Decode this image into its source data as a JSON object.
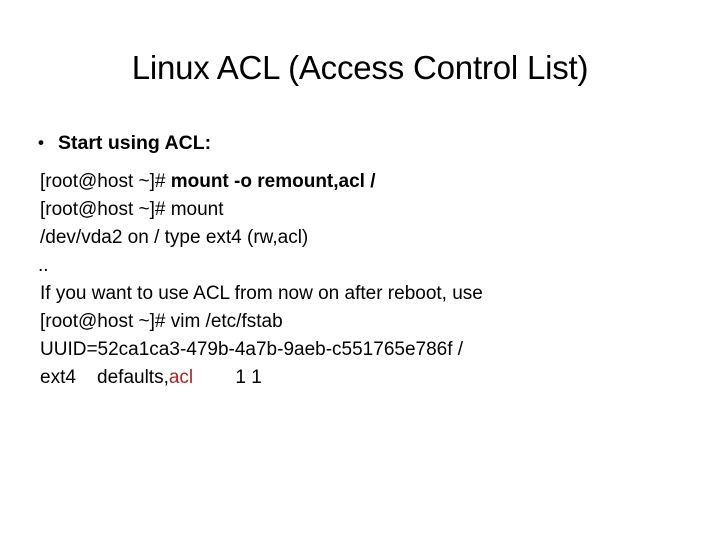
{
  "slide": {
    "title": "Linux ACL (Access Control List)",
    "background_color": "#ffffff",
    "text_color": "#000000",
    "accent_color": "#b32026",
    "bullet": {
      "marker": "•",
      "label": "Start using ACL:"
    },
    "lines": [
      {
        "name": "mount-remount-command",
        "prompt": "[root@host ~]# ",
        "command": "mount -o remount,acl /"
      },
      {
        "name": "mount-command",
        "text": "[root@host ~]# mount"
      },
      {
        "name": "mount-output",
        "text": "/dev/vda2 on / type ext4 (rw,acl)"
      },
      {
        "name": "ellipsis",
        "text": ".."
      },
      {
        "name": "reboot-note",
        "text": "If you want to use ACL from now on after reboot, use"
      },
      {
        "name": "vim-fstab-command",
        "text": "[root@host ~]# vim /etc/fstab"
      },
      {
        "name": "fstab-uuid",
        "text": "UUID=52ca1ca3-479b-4a7b-9aeb-c551765e786f /"
      },
      {
        "name": "fstab-options",
        "prefix": "ext4    defaults,",
        "highlight": "acl",
        "suffix": "        1 1"
      }
    ]
  }
}
